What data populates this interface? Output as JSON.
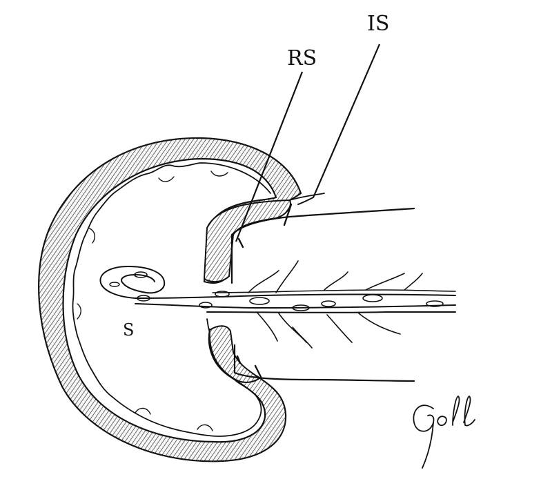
{
  "labels": {
    "rs": "RS",
    "is": "IS",
    "s": "S"
  },
  "signature": "Goll",
  "colors": {
    "ink": "#111111",
    "background": "#ffffff",
    "hatch": "#555555"
  }
}
